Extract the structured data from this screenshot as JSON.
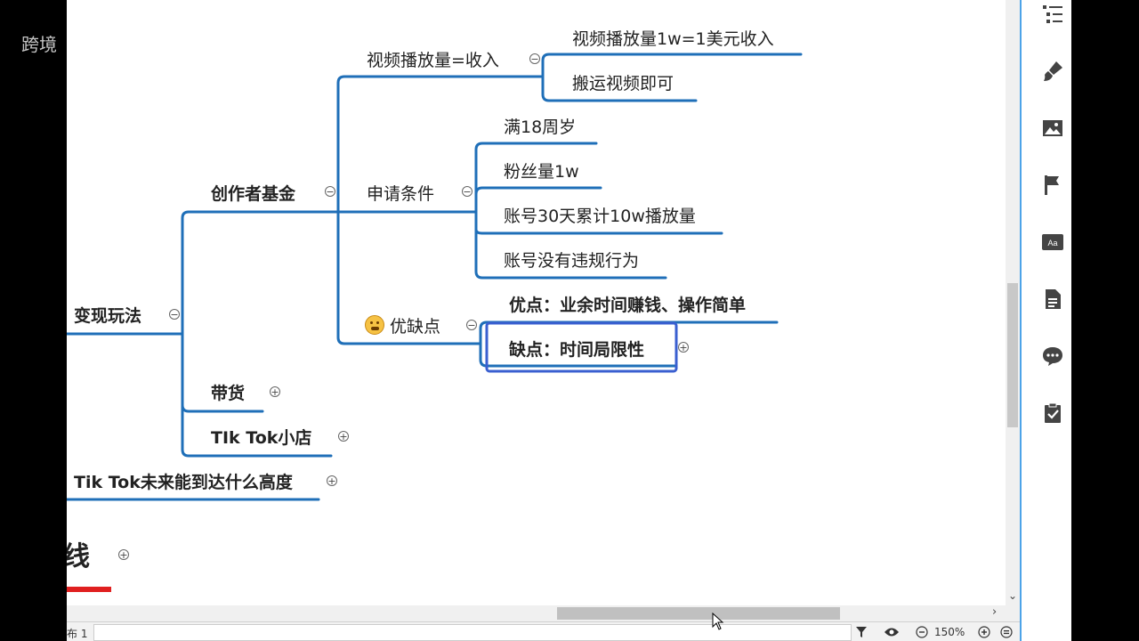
{
  "watermark": "跨境",
  "mindmap": {
    "root_branch": "变现玩法",
    "creator_fund": "创作者基金",
    "views_income": "视频播放量=收入",
    "views_rate": "视频播放量1w=1美元收入",
    "repost": "搬运视频即可",
    "conditions": "申请条件",
    "cond_age": "满18周岁",
    "cond_fans": "粉丝量1w",
    "cond_views": "账号30天累计10w播放量",
    "cond_clean": "账号没有违规行为",
    "pros_cons": "优缺点",
    "pros": "优点：业余时间赚钱、操作简单",
    "cons": "缺点：时间局限性",
    "ecommerce": "带货",
    "shop": "TIk Tok小店",
    "future": "Tik Tok未来能到达什么高度",
    "partial_topic": "线"
  },
  "colors": {
    "branch_line": "#1f6fb8",
    "selection": "#3a5fd0",
    "underline_red": "#e02020"
  },
  "status": {
    "sheet": "布 1",
    "zoom": "150%"
  },
  "right_panel_icons": [
    "outline-icon",
    "brush-icon",
    "image-icon",
    "flag-icon",
    "text-style-icon",
    "document-icon",
    "comment-icon",
    "clipboard-check-icon"
  ]
}
